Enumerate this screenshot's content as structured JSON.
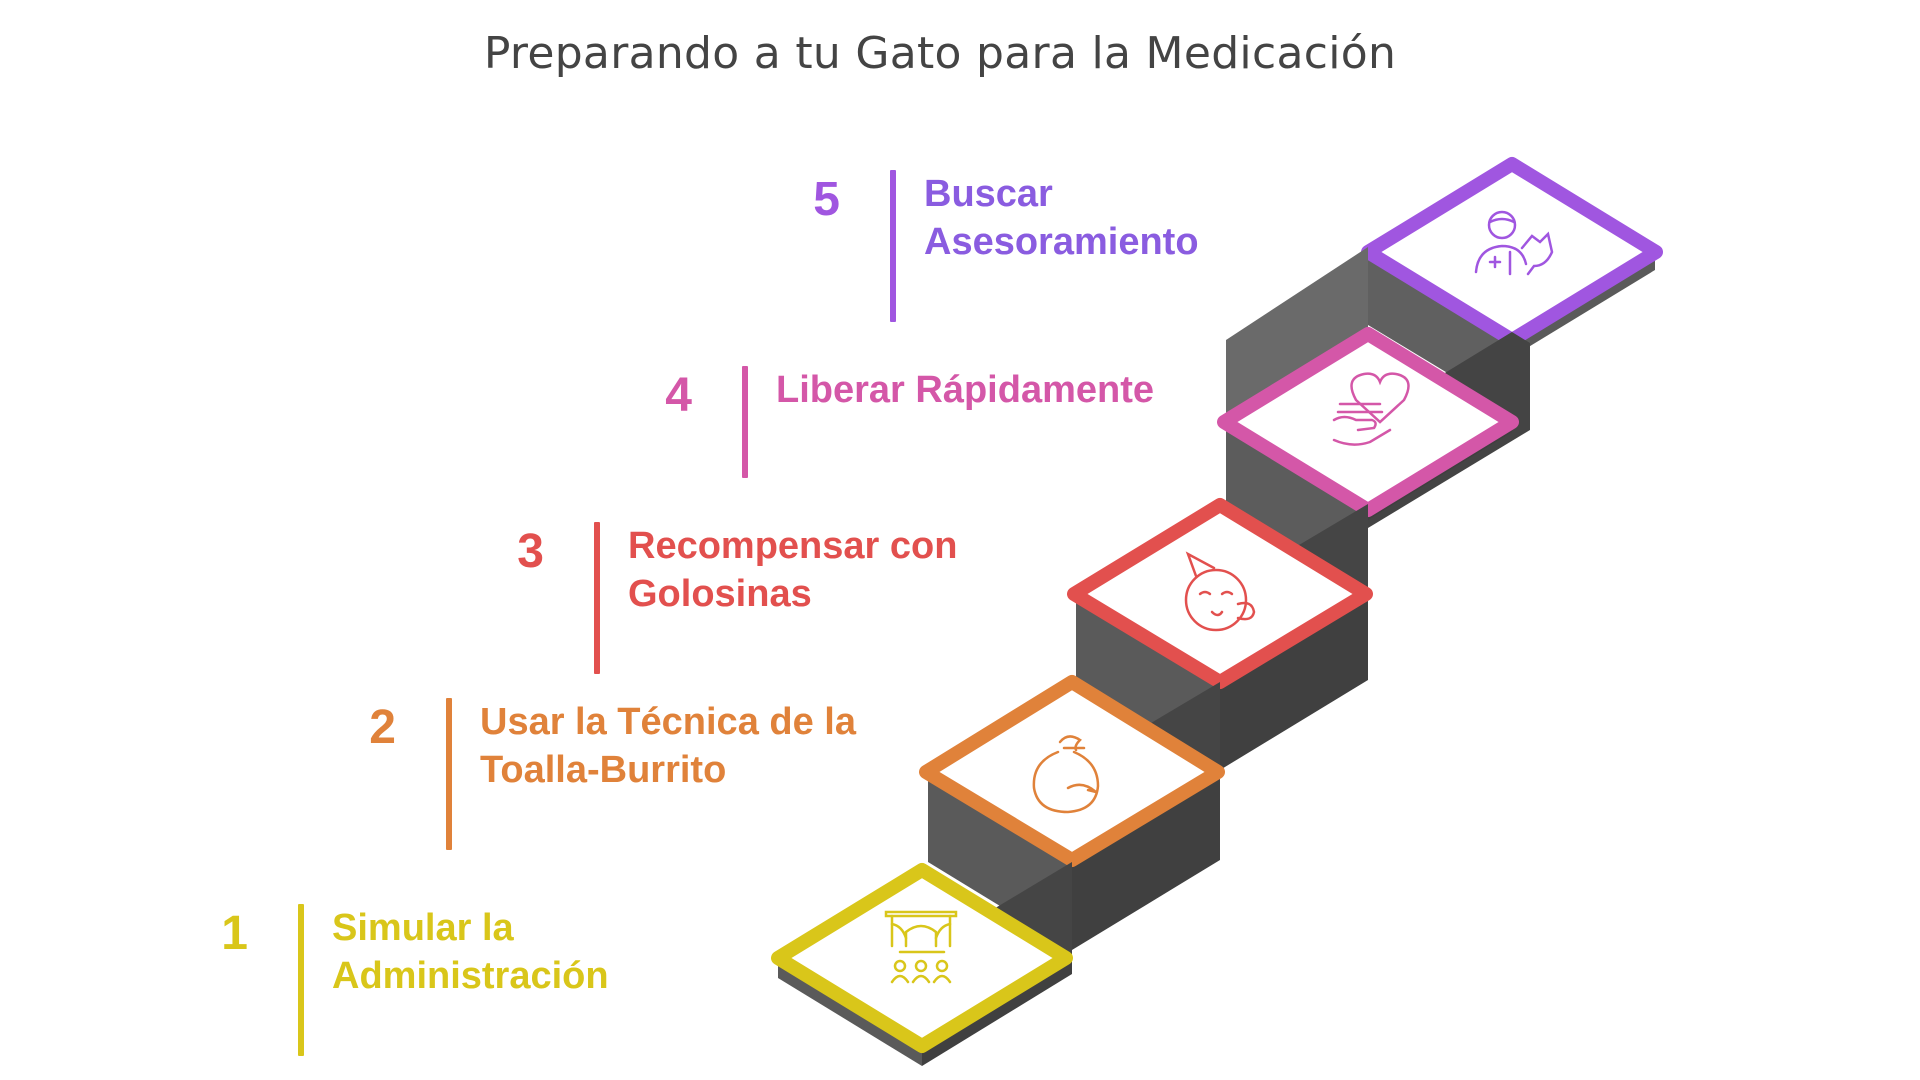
{
  "title": "Preparando a tu Gato para la Medicación",
  "steps": [
    {
      "num": "1",
      "label": "Simular la\nAdministración",
      "color": "#D9C61A",
      "icon": "theater-stage-icon"
    },
    {
      "num": "2",
      "label": "Usar la Técnica de la\nToalla-Burrito",
      "color": "#E0823A",
      "icon": "bag-wrap-icon"
    },
    {
      "num": "3",
      "label": "Recompensar con\nGolosinas",
      "color": "#E2504E",
      "icon": "party-face-icon"
    },
    {
      "num": "4",
      "label": "Liberar Rápidamente",
      "color": "#D457A8",
      "icon": "hand-heart-icon"
    },
    {
      "num": "5",
      "label": "Buscar\nAsesoramiento",
      "color": "#A056E0",
      "icon": "doctor-cat-icon"
    }
  ]
}
